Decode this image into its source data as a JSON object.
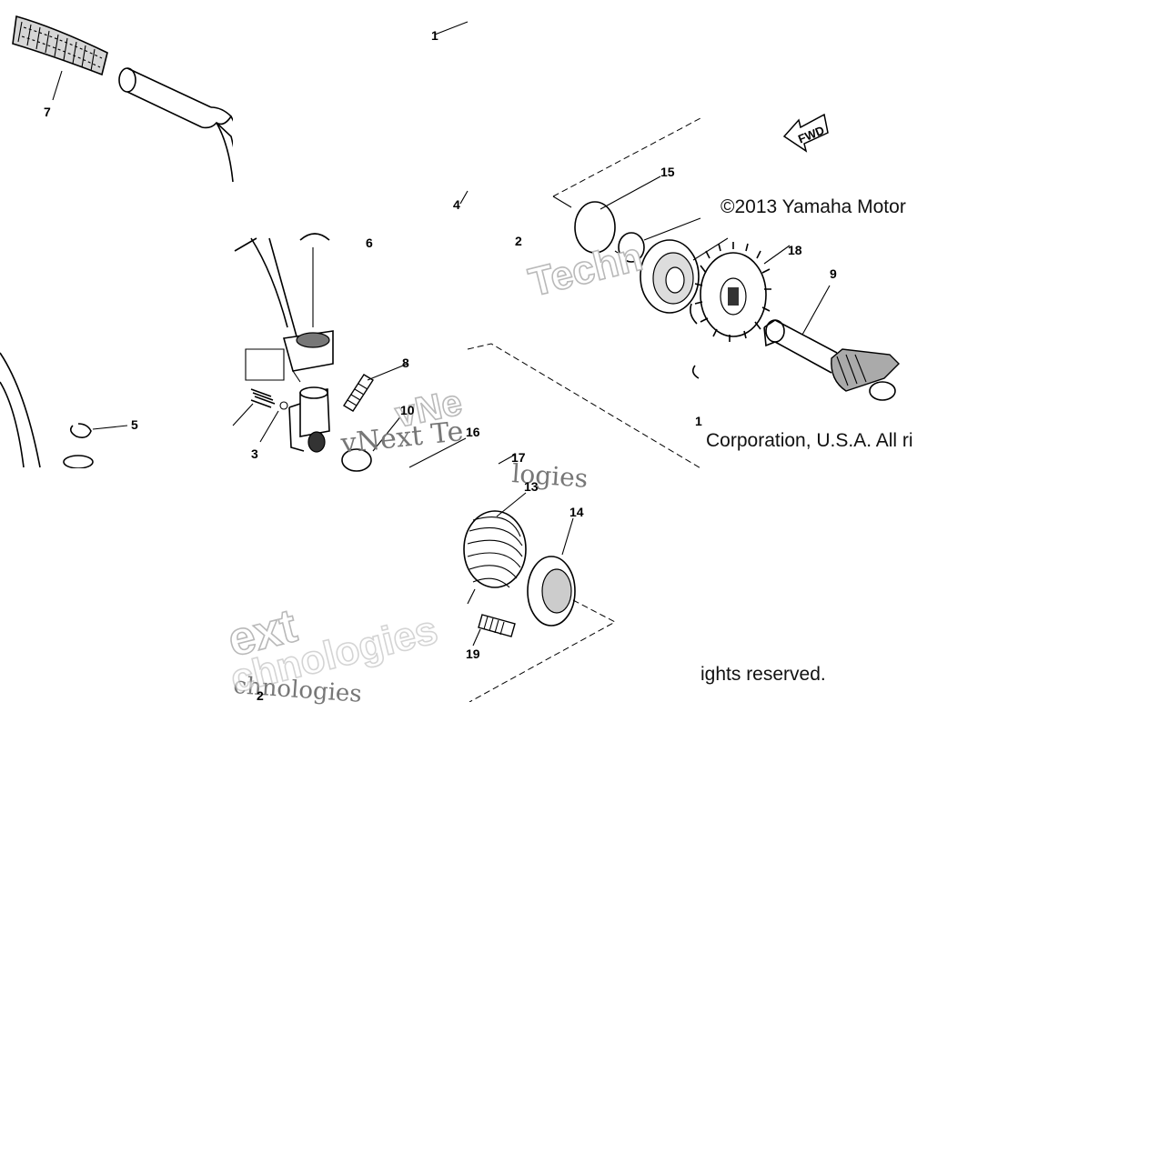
{
  "diagram": {
    "copyright_line_1": "©2013 Yamaha Motor",
    "copyright_line_2": "Corporation, U.S.A. All ri",
    "copyright_line_3": "ights reserved.",
    "fwd_label": "FWD",
    "callouts": {
      "c1a": "1",
      "c1b": "1",
      "c2a": "2",
      "c2b": "2",
      "c3": "3",
      "c4": "4",
      "c5": "5",
      "c6": "6",
      "c7": "7",
      "c8": "8",
      "c9": "9",
      "c10": "10",
      "c13": "13",
      "c14": "14",
      "c15": "15",
      "c16": "16",
      "c17": "17",
      "c18": "18",
      "c19": "19"
    },
    "watermarks": {
      "w1": "Techn",
      "w2": "vNe",
      "w3": "vNext Te",
      "w4": "logies",
      "w5": "ext",
      "w6": "chnologies",
      "w7": "chnologies"
    }
  }
}
